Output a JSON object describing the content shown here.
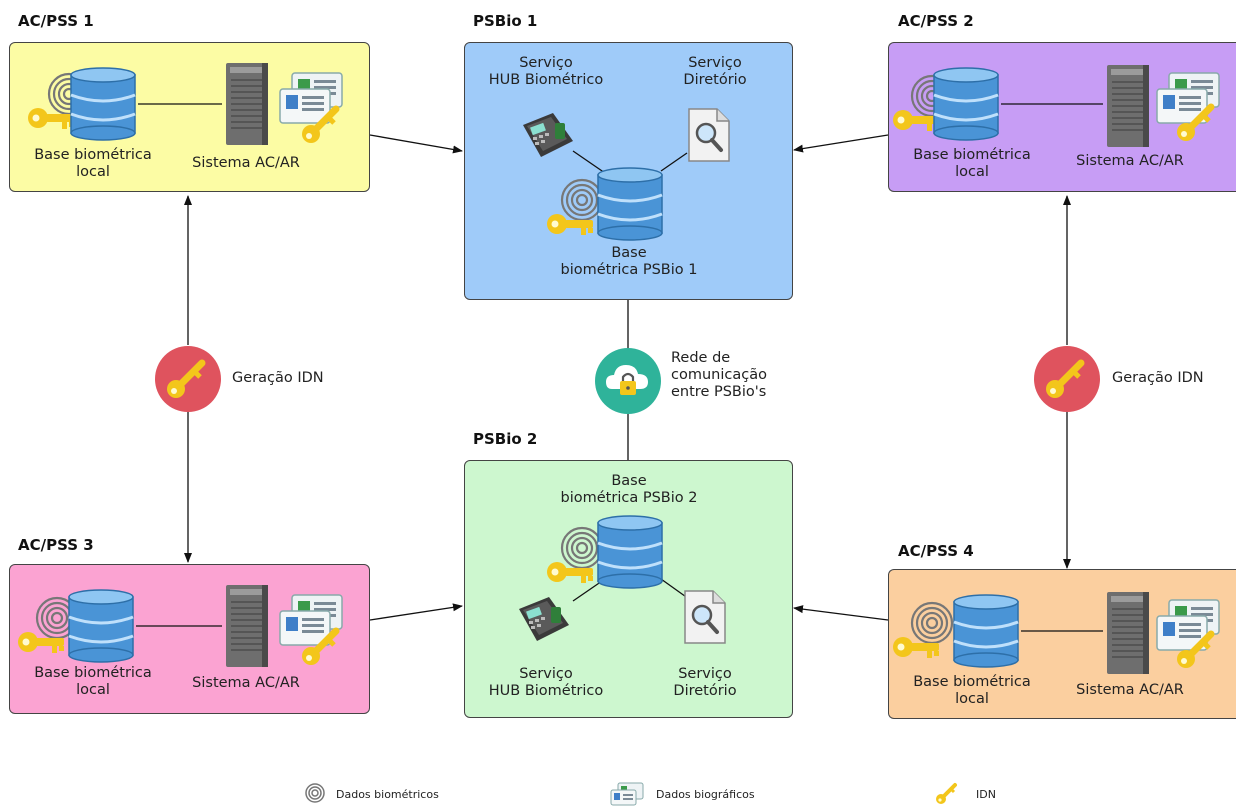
{
  "ac_pss_1": {
    "title": "AC/PSS 1",
    "db_label": "Base biométrica\nlocal",
    "system_label": "Sistema AC/AR"
  },
  "ac_pss_2": {
    "title": "AC/PSS 2",
    "db_label": "Base biométrica\nlocal",
    "system_label": "Sistema AC/AR"
  },
  "ac_pss_3": {
    "title": "AC/PSS 3",
    "db_label": "Base biométrica\nlocal",
    "system_label": "Sistema AC/AR"
  },
  "ac_pss_4": {
    "title": "AC/PSS 4",
    "db_label": "Base biométrica\nlocal",
    "system_label": "Sistema AC/AR"
  },
  "psbio_1": {
    "title": "PSBio 1",
    "hub_label": "Serviço\nHUB Biométrico",
    "dir_label": "Serviço\nDiretório",
    "db_label": "Base\nbiométrica PSBio 1"
  },
  "psbio_2": {
    "title": "PSBio 2",
    "hub_label": "Serviço\nHUB Biométrico",
    "dir_label": "Serviço\nDiretório",
    "db_label": "Base\nbiométrica PSBio 2"
  },
  "idn_left": "Geração IDN",
  "idn_right": "Geração IDN",
  "network": "Rede de\ncomunicação\nentre PSBio's",
  "legend": {
    "biometric": "Dados biométricos",
    "biographic": "Dados biográficos",
    "idn": "IDN"
  },
  "colors": {
    "ac1": "#fcfca4",
    "ac2": "#c79df5",
    "ac3": "#fba3d2",
    "ac4": "#fbcf9f",
    "psbio1": "#9fcbf9",
    "psbio2": "#cdf7cf",
    "key_circle": "#df535e",
    "cloud_circle": "#2fb39a"
  }
}
